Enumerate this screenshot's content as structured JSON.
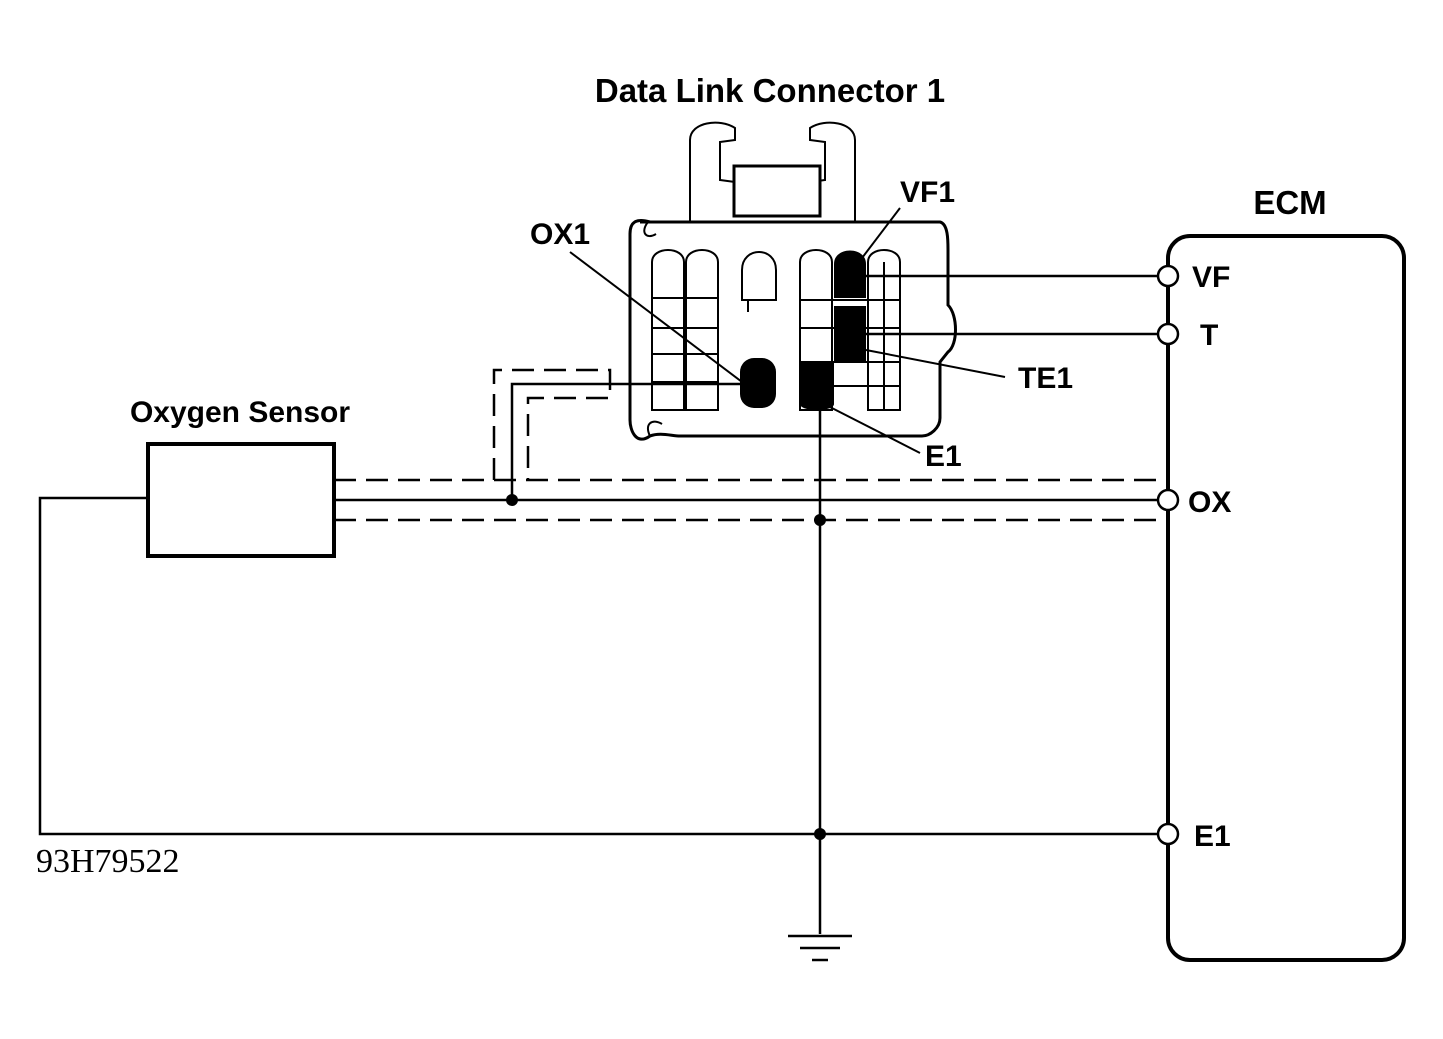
{
  "title": "Data Link Connector 1",
  "ecm": {
    "label": "ECM",
    "terminals": [
      "VF",
      "T",
      "OX",
      "E1"
    ]
  },
  "sensor": {
    "label": "Oxygen Sensor"
  },
  "connector_pins": [
    "VF1",
    "OX1",
    "TE1",
    "E1"
  ],
  "figure_id": "93H79522",
  "colors": {
    "line": "#000000",
    "background": "#ffffff"
  }
}
